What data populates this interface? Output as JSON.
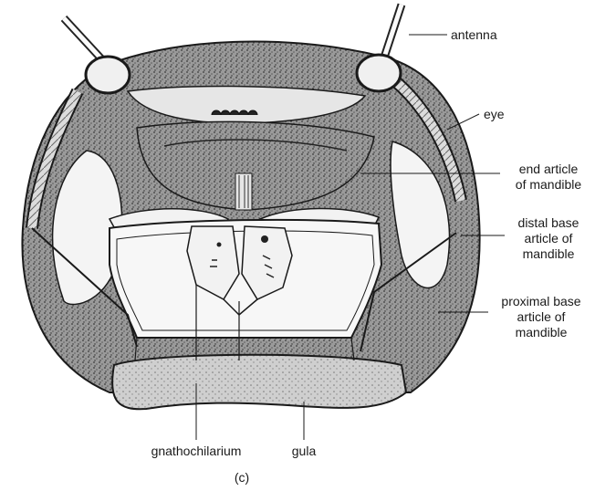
{
  "figure": {
    "panel_letter": "(c)",
    "labels": {
      "antenna": "antenna",
      "eye": "eye",
      "end_article": [
        "end article",
        "of mandible"
      ],
      "distal_base": [
        "distal base",
        "article of",
        "mandible"
      ],
      "proximal_base": [
        "proximal base",
        "article of",
        "mandible"
      ],
      "gnathochilarium": "gnathochilarium",
      "gula": "gula"
    }
  }
}
